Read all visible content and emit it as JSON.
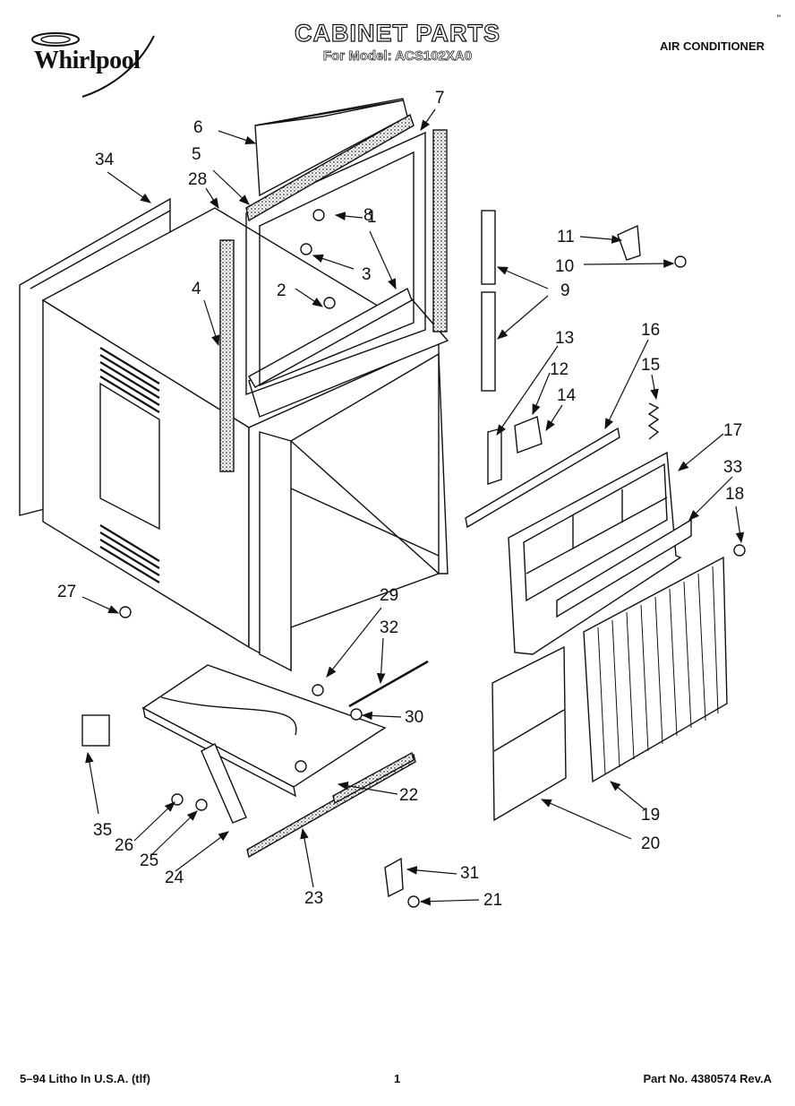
{
  "header": {
    "brand": "Whirlpool",
    "title": "CABINET PARTS",
    "model_line": "For Model: ACS102XA0",
    "product": "AIR CONDITIONER",
    "corner_mark": "\""
  },
  "callouts": [
    "1",
    "2",
    "3",
    "4",
    "5",
    "6",
    "7",
    "8",
    "9",
    "10",
    "11",
    "12",
    "13",
    "14",
    "15",
    "16",
    "17",
    "18",
    "19",
    "20",
    "21",
    "22",
    "23",
    "24",
    "25",
    "26",
    "27",
    "28",
    "29",
    "30",
    "31",
    "32",
    "33",
    "34",
    "35"
  ],
  "footer": {
    "left": "5–94 Litho In U.S.A. (tlf)",
    "center": "1",
    "right": "Part No. 4380574 Rev.A"
  }
}
